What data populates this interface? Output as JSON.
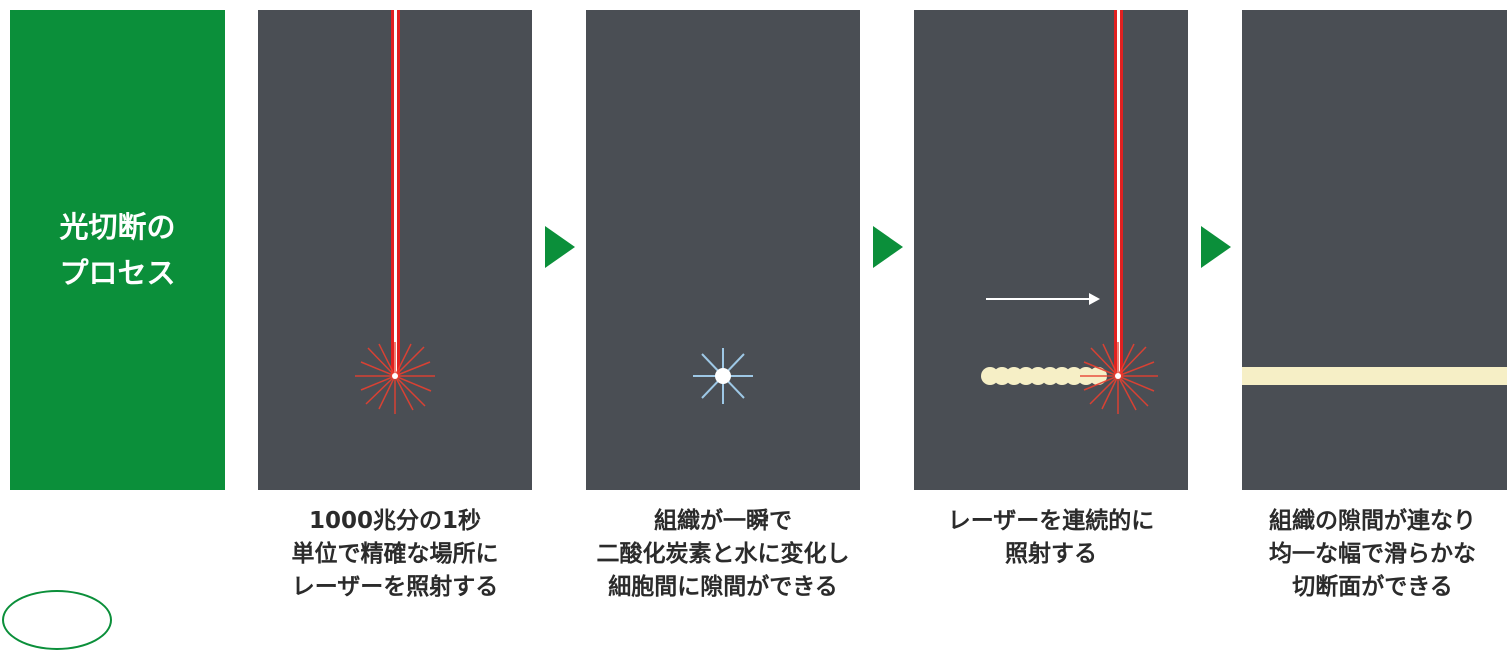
{
  "header": {
    "title": "光切断の\nプロセス"
  },
  "steps": [
    {
      "caption": "1000兆分の1秒\n単位で精確な場所に\nレーザーを照射する"
    },
    {
      "caption": "組織が一瞬で\n二酸化炭素と水に変化し\n細胞間に隙間ができる"
    },
    {
      "caption": "レーザーを連続的に\n照射する"
    },
    {
      "caption": "組織の隙間が連なり\n均一な幅で滑らかな\n切断面ができる"
    }
  ],
  "colors": {
    "brand_green": "#0b8f3a",
    "panel_bg": "#4a4e54",
    "laser_red": "#e02020",
    "cut_cream": "#f6efc6",
    "spark_blue": "#9ec8e6"
  }
}
